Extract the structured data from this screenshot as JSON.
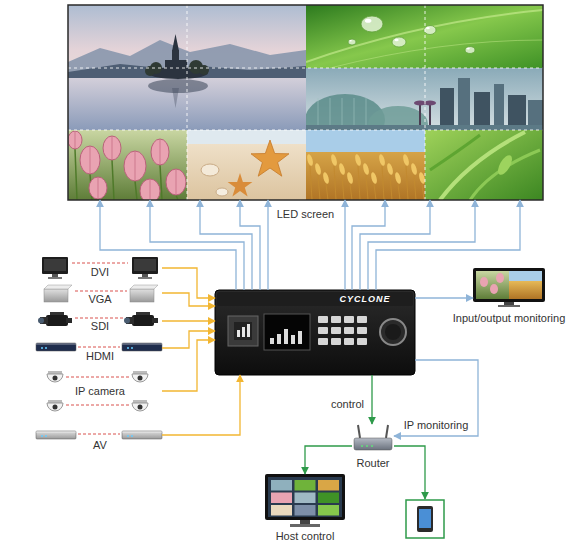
{
  "diagram": {
    "nodes": [
      {
        "text": [
          "LED screen"
        ]
      },
      {
        "text": [
          "CYCLONE"
        ]
      },
      {
        "text": [
          "DVI"
        ]
      },
      {
        "text": [
          "VGA"
        ]
      },
      {
        "text": [
          "SDI"
        ]
      },
      {
        "text": [
          "HDMI"
        ]
      },
      {
        "text": [
          "IP camera"
        ]
      },
      {
        "text": [
          "AV"
        ]
      },
      {
        "text": [
          "Input/output monitoring"
        ]
      },
      {
        "text": [
          "Router"
        ]
      },
      {
        "text": [
          "Host control"
        ]
      }
    ],
    "edges": [
      {
        "from": 1,
        "to": 0,
        "arrow": "to"
      },
      {
        "from": 1,
        "to": 0,
        "arrow": "to"
      },
      {
        "from": 1,
        "to": 0,
        "arrow": "to"
      },
      {
        "from": 1,
        "to": 0,
        "arrow": "to"
      },
      {
        "from": 1,
        "to": 0,
        "arrow": "to"
      },
      {
        "from": 1,
        "to": 0,
        "arrow": "to"
      },
      {
        "from": 1,
        "to": 0,
        "arrow": "to"
      },
      {
        "from": 1,
        "to": 0,
        "arrow": "to"
      },
      {
        "from": 1,
        "to": 0,
        "arrow": "to"
      },
      {
        "from": 1,
        "to": 0,
        "arrow": "to"
      },
      {
        "from": 2,
        "to": 1,
        "arrow": "to"
      },
      {
        "from": 3,
        "to": 1,
        "arrow": "to"
      },
      {
        "from": 4,
        "to": 1,
        "arrow": "to"
      },
      {
        "from": 5,
        "to": 1,
        "arrow": "to"
      },
      {
        "from": 6,
        "to": 1,
        "arrow": "to"
      },
      {
        "from": 7,
        "to": 1,
        "arrow": "to"
      },
      {
        "from": 1,
        "to": 8,
        "arrow": "to"
      },
      {
        "from": 1,
        "to": 9,
        "label": "control",
        "arrow": "to"
      },
      {
        "from": 1,
        "to": 9,
        "label": "IP monitoring",
        "arrow": "to"
      },
      {
        "from": 9,
        "to": 10,
        "arrow": "to"
      }
    ]
  }
}
